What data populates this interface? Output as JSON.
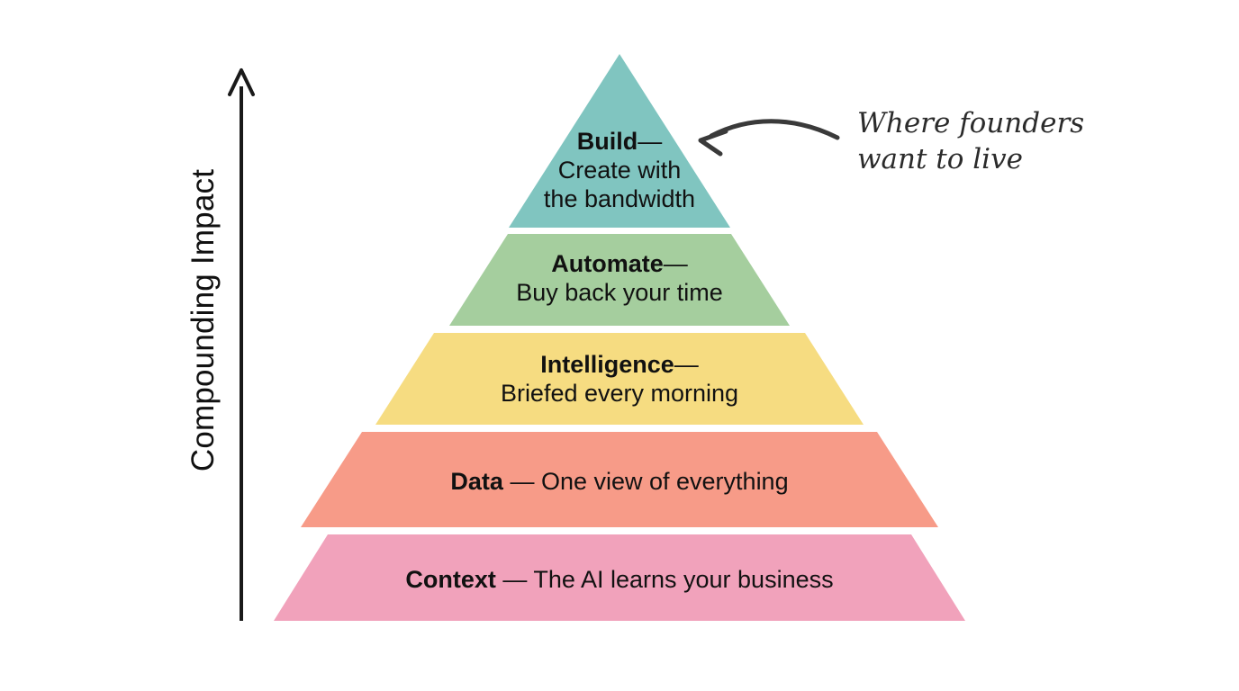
{
  "diagram": {
    "type": "pyramid",
    "axis": {
      "label": "Compounding Impact",
      "direction": "up",
      "arrow_icon": "arrow-up-icon"
    },
    "annotation": {
      "text": "Where founders\nwant to live",
      "arrow_icon": "curved-arrow-left-icon",
      "points_to": "tier-build"
    },
    "tiers": [
      {
        "id": "build",
        "title": "Build",
        "dash": "—",
        "description": "Create with the bandwidth",
        "description_line1": "Create with",
        "description_line2": "the bandwidth",
        "color": "#80c5c0",
        "level": 5
      },
      {
        "id": "automate",
        "title": "Automate",
        "dash": "—",
        "description": "Buy back your time",
        "color": "#a5ce9e",
        "level": 4
      },
      {
        "id": "intelligence",
        "title": "Intelligence",
        "dash": "—",
        "description": "Briefed every morning",
        "color": "#f6dc81",
        "level": 3
      },
      {
        "id": "data",
        "title": "Data",
        "dash": "—",
        "description": "One view of everything",
        "color": "#f79b88",
        "level": 2
      },
      {
        "id": "context",
        "title": "Context",
        "dash": "—",
        "description": "The AI learns your business",
        "color": "#f1a2bb",
        "level": 1
      }
    ],
    "colors": {
      "axis": "#1a1a1a",
      "text": "#111111",
      "annotation": "#2b2b2b",
      "background": "#ffffff"
    }
  }
}
